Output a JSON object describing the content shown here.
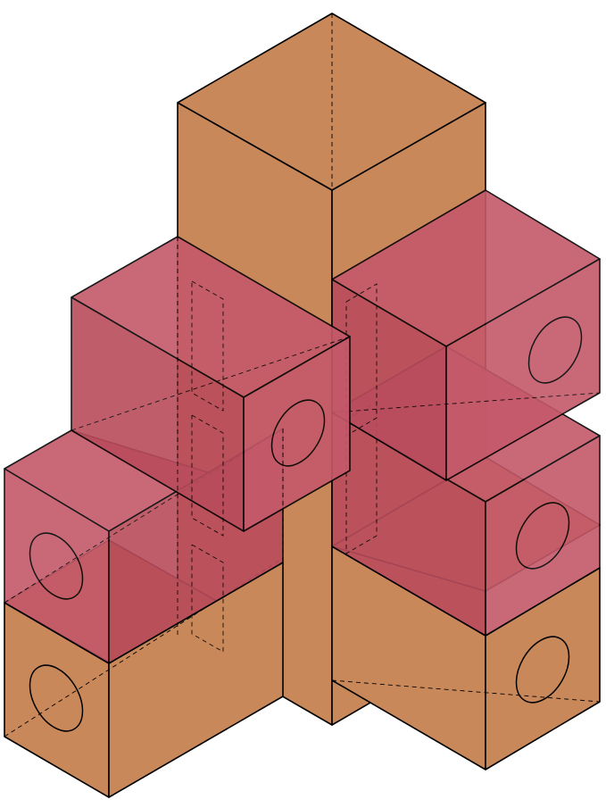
{
  "figure": {
    "description_free": true,
    "colors": {
      "wood": "#C8885A",
      "wood_dark": "#BE7A45",
      "glass": "#C4596A",
      "glass_dark": "#B94C5C",
      "edge": "#000000",
      "background": "#FFFFFF"
    },
    "pieces": [
      {
        "name": "tall-pillar",
        "material": "wood"
      },
      {
        "name": "bottom-left-block",
        "material": "wood",
        "has_hole": true
      },
      {
        "name": "bottom-right-block",
        "material": "wood",
        "has_hole": true
      },
      {
        "name": "middle-left-cube",
        "material": "glass",
        "has_hole": true
      },
      {
        "name": "upper-left-cube",
        "material": "glass",
        "has_hole": true
      },
      {
        "name": "right-lower-cube",
        "material": "glass",
        "has_hole": true
      },
      {
        "name": "right-upper-cube",
        "material": "glass",
        "has_hole": true
      }
    ]
  }
}
